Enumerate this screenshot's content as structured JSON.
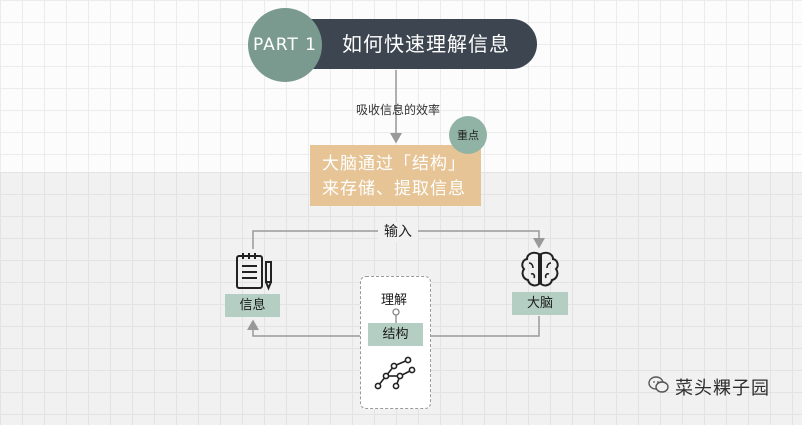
{
  "title": {
    "part": "PART 1",
    "text": "如何快速理解信息"
  },
  "edge_label": "吸收信息的效率",
  "key_marker": "重点",
  "key_box": {
    "line1": "大脑通过「结构」",
    "line2": "来存储、提取信息"
  },
  "input_label": "输入",
  "nodes": {
    "info": "信息",
    "brain": "大脑",
    "understand": "理解",
    "structure": "结构"
  },
  "watermark": "菜头粿子园",
  "icons": [
    "notepad-pen-icon",
    "brain-icon",
    "network-graph-icon",
    "wechat-icon"
  ],
  "colors": {
    "title_bar": "#3d4650",
    "part_circle": "#7b9a8f",
    "key_circle": "#90b3a6",
    "key_box": "#e6c496",
    "node_tag": "#b4cec3",
    "connector": "#999999"
  }
}
